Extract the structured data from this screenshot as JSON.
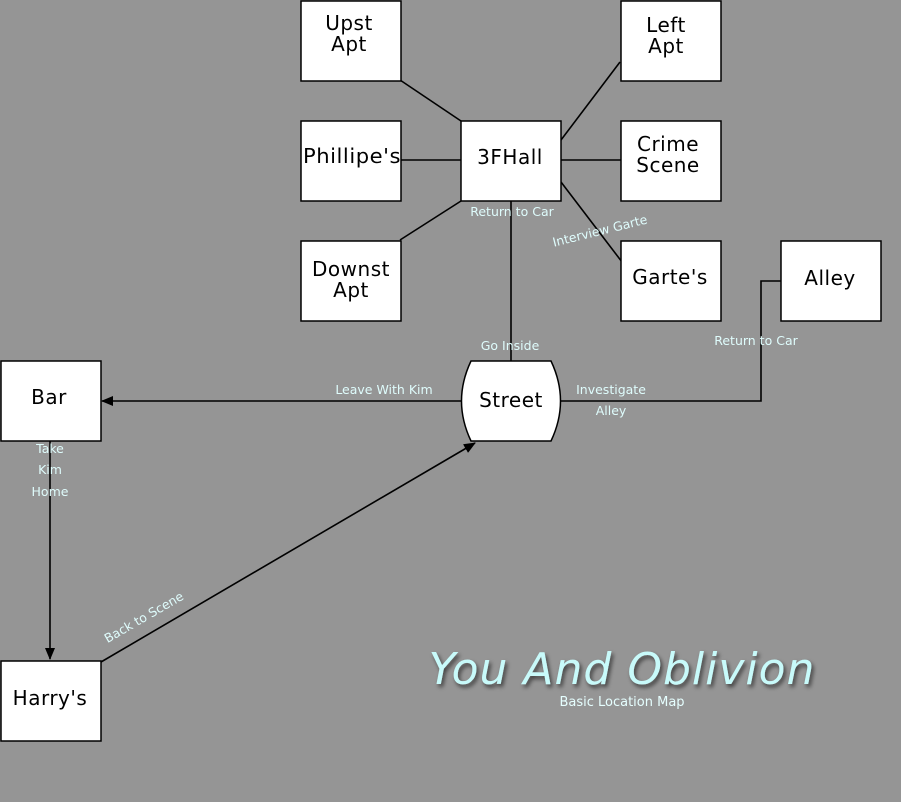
{
  "title": "You And Oblivion",
  "subtitle": "Basic Location Map",
  "colors": {
    "background": "#959595",
    "node_fill": "#ffffff",
    "label": "#dffcfc",
    "title": "#c8fafa"
  },
  "nodes": {
    "upst_apt": [
      "Upst",
      "Apt"
    ],
    "left_apt": [
      "Left",
      "Apt"
    ],
    "phillipes": [
      "Phillipe's"
    ],
    "hall_3f": [
      "3FHall"
    ],
    "crime_scene": [
      "Crime",
      "Scene"
    ],
    "downst_apt": [
      "Downst",
      "Apt"
    ],
    "gartes": [
      "Garte's"
    ],
    "alley": [
      "Alley"
    ],
    "bar": [
      "Bar"
    ],
    "street": [
      "Street"
    ],
    "harrys": [
      "Harry's"
    ]
  },
  "edge_labels": {
    "return_to_car_hall": "Return to Car",
    "interview_garte": "Interview Garte",
    "go_inside": "Go Inside",
    "return_to_car_alley": "Return to Car",
    "leave_with_kim": "Leave With Kim",
    "investigate_alley": [
      "Investigate",
      "Alley"
    ],
    "take_kim_home": [
      "Take",
      "Kim",
      "Home"
    ],
    "back_to_scene": "Back to Scene"
  }
}
